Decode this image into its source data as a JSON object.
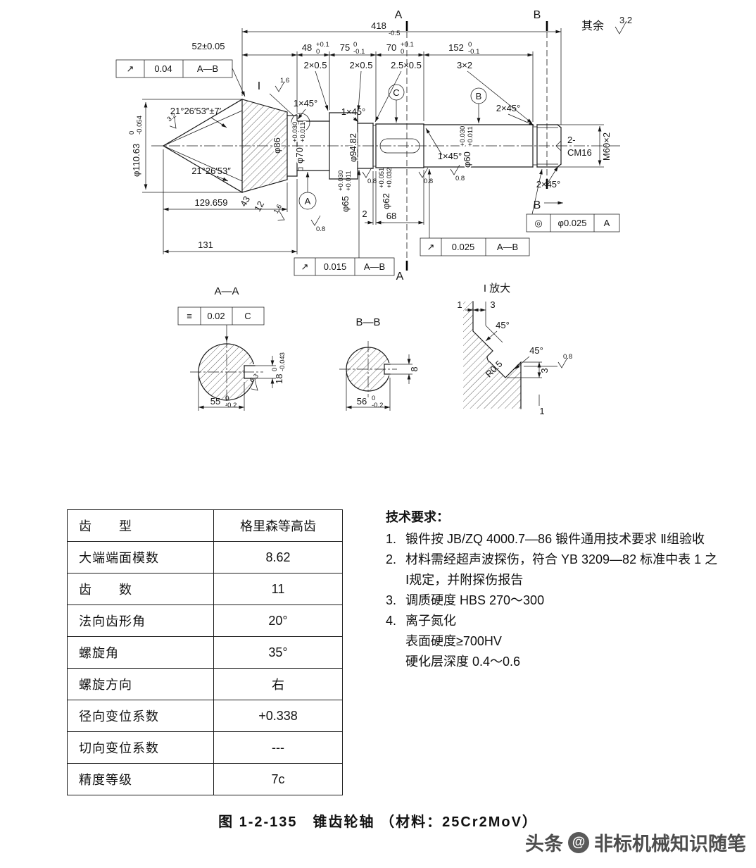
{
  "doc": {
    "caption": "图 1-2-135　锥齿轮轴 （材料：25Cr2MoV）",
    "watermark_head": "头条",
    "watermark_at": "@",
    "watermark_tail": "非标机械知识随笔"
  },
  "dr": {
    "surplus_label": "其余",
    "surplus_value": "3.2",
    "secA": "A",
    "secB": "B",
    "len418": "418",
    "len418_l": "-0.5",
    "len52": "52±0.05",
    "len48": "48",
    "len48_u": "+0.1",
    "len48_l": "0",
    "len75": "75",
    "len75_u": "0",
    "len75_l": "-0.1",
    "len70": "70",
    "len70_u": "+0.1",
    "len70_l": "0",
    "len152": "152",
    "len152_u": "0",
    "len152_l": "-0.1",
    "ch2x05a": "2×0.5",
    "ch2x05b": "2×0.5",
    "ch25x05": "2.5×0.5",
    "ch3x2": "3×2",
    "c1x45": "1×45°",
    "c2x45": "2×45°",
    "detail_mark": "I",
    "angle_top": "21°26′53″±7′",
    "angle_bot": "21°26′53″",
    "phi110": "φ110.63",
    "phi110_u": "0",
    "phi110_l": "-0.054",
    "phi86": "φ86",
    "phi70": "φ70",
    "phi70_u": "+0.030",
    "phi70_l": "+0.011",
    "phi94": "φ94.82",
    "phi65": "φ65",
    "phi65_u": "+0.030",
    "phi65_l": "+0.011",
    "phi62": "φ62",
    "phi62_u": "+0.051",
    "phi62_l": "+0.032",
    "phi60": "φ60",
    "phi60_u": "+0.030",
    "phi60_l": "+0.011",
    "f08": "0.8",
    "f16": "1.6",
    "f32": "3.2",
    "f63": "6.3",
    "len129": "129.659",
    "len43": "43",
    "len12": "12",
    "len131": "131",
    "len2": "2",
    "len68": "68",
    "gdt_runout": "↗",
    "gdt_coax": "◎",
    "gdt_sym": "≡",
    "gdt1_v": "0.04",
    "gdt1_d": "A—B",
    "gdt2_v": "0.025",
    "gdt2_d": "A—B",
    "gdt3_v": "0.015",
    "gdt3_d": "A—B",
    "gdt4_v": "φ0.025",
    "gdt4_d": "A",
    "gdt5_v": "0.02",
    "gdt5_d": "C",
    "datumA": "A",
    "datumB": "B",
    "datumC": "C",
    "cm16a": "2-",
    "cm16b": "CM16",
    "m60": "M60×2",
    "aa_title": "A—A",
    "aa18": "18",
    "aa18_u": "0",
    "aa18_l": "-0.043",
    "aa55": "55",
    "aa55_u": "0",
    "aa55_l": "-0.2",
    "bb_title": "B—B",
    "bb8": "8",
    "bb56": "56",
    "bb56_u": "0",
    "bb56_l": "-0.2",
    "di_title": "I 放大",
    "di1a": "1",
    "di3a": "3",
    "di45": "45°",
    "diR": "R0.5",
    "di3b": "3",
    "di1b": "1"
  },
  "table": {
    "rows": [
      {
        "label": "齿　　型",
        "value": "格里森等高齿"
      },
      {
        "label": "大端端面模数",
        "value": "8.62"
      },
      {
        "label": "齿　　数",
        "value": "11"
      },
      {
        "label": "法向齿形角",
        "value": "20°"
      },
      {
        "label": "螺旋角",
        "value": "35°"
      },
      {
        "label": "螺旋方向",
        "value": "右"
      },
      {
        "label": "径向变位系数",
        "value": "+0.338"
      },
      {
        "label": "切向变位系数",
        "value": "---"
      },
      {
        "label": "精度等级",
        "value": "7c"
      }
    ]
  },
  "tech": {
    "title": "技术要求：",
    "i1n": "1.",
    "i1t": "锻件按 JB/ZQ 4000.7—86 锻件通用技术要求 Ⅱ组验收",
    "i2n": "2.",
    "i2a": "材料需经超声波探伤，符合 YB 3209—82 标准中表 1 之",
    "i2b": "Ⅰ规定，并附探伤报告",
    "i3n": "3.",
    "i3t": "调质硬度 HBS 270～300",
    "i4n": "4.",
    "i4a": "离子氮化",
    "i4b": "表面硬度≥700HV",
    "i4c": "硬化层深度 0.4～0.6"
  }
}
